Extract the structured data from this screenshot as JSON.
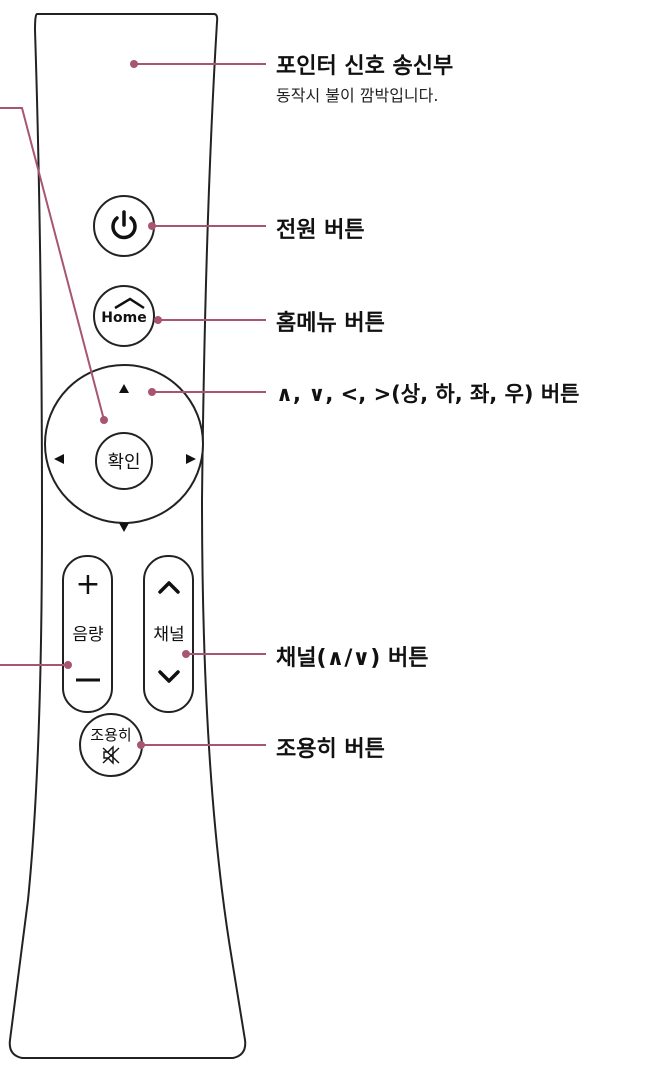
{
  "callouts": {
    "pointer": {
      "title": "포인터 신호 송신부",
      "desc": "동작시 불이 깜박입니다."
    },
    "power": "전원 버튼",
    "home": "홈메뉴 버튼",
    "direction": "∧, ∨, <, >(상, 하, 좌, 우) 버튼",
    "channel": "채널(∧/∨) 버튼",
    "mute": "조용히 버튼"
  },
  "buttons": {
    "home_label": "Home",
    "ok_label": "확인",
    "volume_label": "음량",
    "channel_label": "채널",
    "mute_label": "조용히",
    "volume_plus": "+",
    "volume_minus": "−"
  },
  "colors": {
    "outline": "#222222",
    "leader": "#a8566f",
    "dot": "#a8566f"
  }
}
